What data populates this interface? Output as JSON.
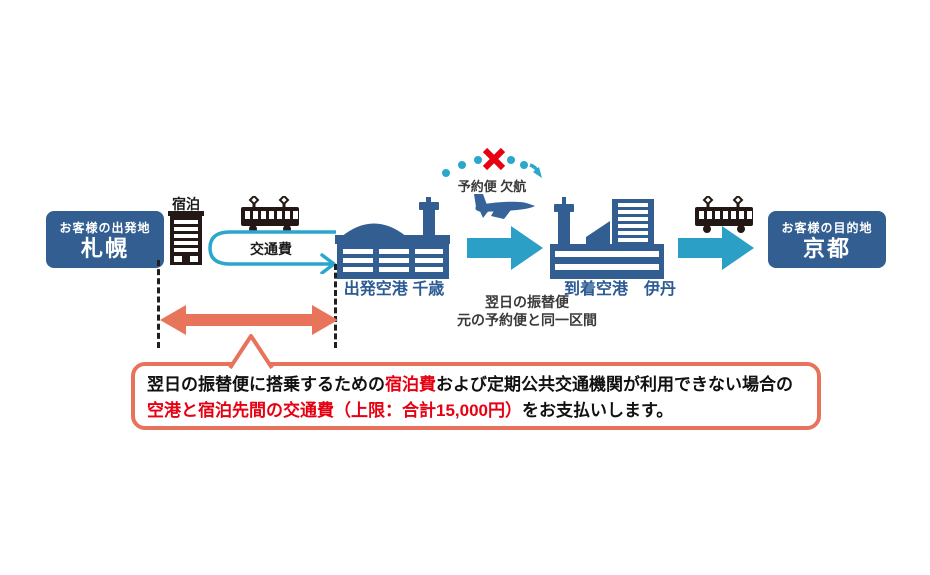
{
  "palette": {
    "dark_blue": "#335e92",
    "teal_arrow": "#2b9fc6",
    "salmon": "#e8735c",
    "alert_red": "#e60012",
    "label_blue": "#2b5a94",
    "icon_black": "#231815"
  },
  "departure_box": {
    "label": "お客様の出発地",
    "city": "札幌"
  },
  "destination_box": {
    "label": "お客様の目的地",
    "city": "京都"
  },
  "lodging_label": "宿泊",
  "transport_fee_label": "交通費",
  "departure_airport_label": "出発空港 千歳",
  "arrival_airport_label": "到着空港　伊丹",
  "cancelled_flight_label": "予約便 欠航",
  "substitute_flight_note": {
    "line1": "翌日の振替便",
    "line2": "元の予約便と同一区間"
  },
  "note": {
    "line1": [
      {
        "text": "翌日の振替便に搭乗するための"
      },
      {
        "text": "宿泊費"
      },
      {
        "text": "および定期公共交通機関が利用できない場合の"
      }
    ],
    "line2": [
      {
        "text": "空港と宿泊先間の交通費（上限：合計15,000円）"
      },
      {
        "text": "をお支払いします。"
      }
    ]
  },
  "icons": {
    "hotel-icon": "black building with white floor stripes",
    "train-icon": "black railcar with pantographs",
    "airplane-icon": "dark blue airplane silhouette",
    "departure-airport-icon": "terminal with dome and control tower",
    "arrival-airport-icon": "terminal with control tower and high-rise",
    "cancelled-route-icon": "dotted flight arc with red X",
    "transport-fee-loop-arrow": "teal hairpin round-trip arrow",
    "substitute-flight-arrow": "teal block arrow",
    "transfer-arrow": "teal block arrow",
    "coverage-range-arrow": "salmon double-headed arrow"
  }
}
